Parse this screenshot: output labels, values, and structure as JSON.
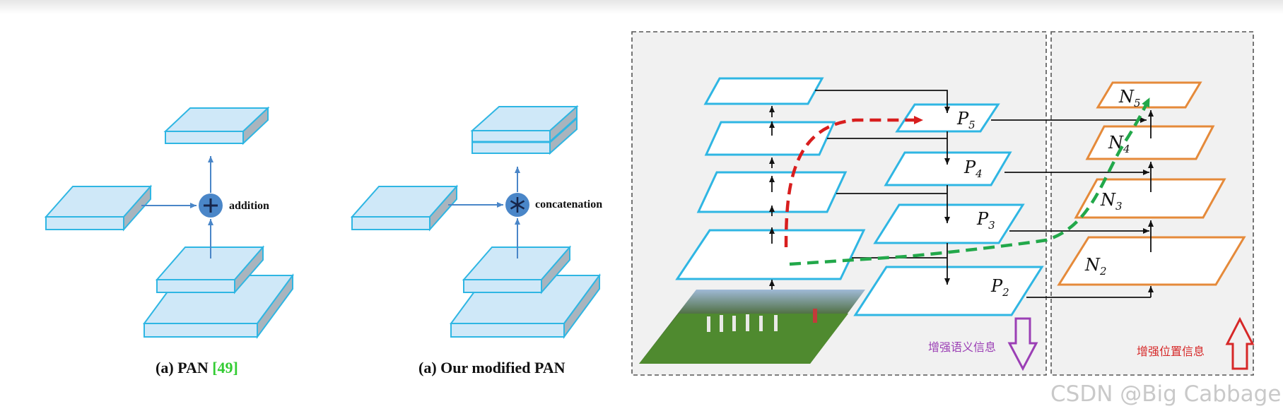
{
  "pan_left": {
    "operator_label": "addition",
    "caption_prefix": "(a) PAN ",
    "caption_ref": "[49]",
    "ref_color": "#33cc33"
  },
  "pan_modified": {
    "operator_label": "concatenation",
    "caption": "(a) Our modified PAN"
  },
  "fpn": {
    "p_labels": [
      {
        "base": "P",
        "sub": "5"
      },
      {
        "base": "P",
        "sub": "4"
      },
      {
        "base": "P",
        "sub": "3"
      },
      {
        "base": "P",
        "sub": "2"
      }
    ],
    "top_down_note": "增强语义信息",
    "top_down_color": "#9b3fb5"
  },
  "pan_path": {
    "n_labels": [
      {
        "base": "N",
        "sub": "5"
      },
      {
        "base": "N",
        "sub": "4"
      },
      {
        "base": "N",
        "sub": "3"
      },
      {
        "base": "N",
        "sub": "2"
      }
    ],
    "bottom_up_note": "增强位置信息",
    "bottom_up_color": "#d62828"
  },
  "colors": {
    "layer_blue": "#2fb6e3",
    "layer_fill": "#cfe8f8",
    "node_blue": "#4a86c8",
    "orange": "#e58a3a",
    "red_path": "#d81e1e",
    "green_path": "#22a84a"
  },
  "watermark": "CSDN @Big Cabbage"
}
